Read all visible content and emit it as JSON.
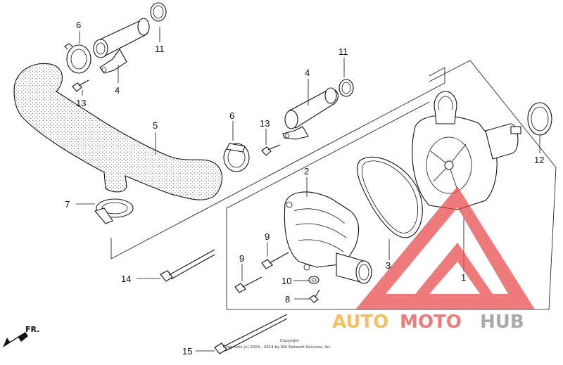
{
  "callouts": {
    "c1": "1",
    "c2": "2",
    "c3": "3",
    "c4a": "4",
    "c4b": "4",
    "c5": "5",
    "c6a": "6",
    "c6b": "6",
    "c7": "7",
    "c8": "8",
    "c9a": "9",
    "c9b": "9",
    "c10": "10",
    "c11a": "11",
    "c11b": "11",
    "c12": "12",
    "c13a": "13",
    "c13b": "13",
    "c14": "14",
    "c15": "15"
  },
  "direction_label": "FR.",
  "copyright": {
    "line1": "Copyright",
    "line2": "Diagrams (c) 2004 - 2014 by ARI Network Services, Inc."
  },
  "watermark": {
    "text_auto": "AUTO",
    "text_moto": "MOTO",
    "text_hub": "HUB",
    "color_orange": "#f5a623",
    "color_red": "#e8474a",
    "color_gray": "#8a8a8a"
  }
}
